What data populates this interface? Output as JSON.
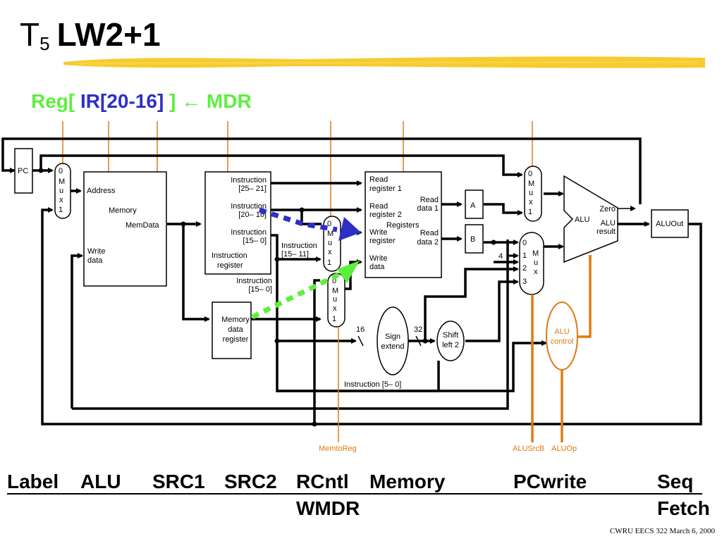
{
  "title": {
    "prefix": "T",
    "subscript": "5",
    "main": "LW2+1"
  },
  "rtl": {
    "part1": "Reg[ ",
    "part2": "IR[20-16]",
    "part3": " ] ← MDR"
  },
  "colors": {
    "highlight": "#f5c518",
    "green": "#5cf03c",
    "blue": "#2e2fc7",
    "control": "#e07a10",
    "wire": "#000000"
  },
  "blocks": {
    "pc": "PC",
    "mux_addr": [
      "0",
      "M",
      "u",
      "x",
      "1"
    ],
    "memory": {
      "address": "Address",
      "name": "Memory",
      "memdata": "MemData",
      "write": "Write",
      "data": "data"
    },
    "ir": {
      "f1a": "Instruction",
      "f1b": "[25– 21]",
      "f2a": "Instruction",
      "f2b": "[20– 16]",
      "f3a": "Instruction",
      "f3b": "[15– 0]",
      "name1": "Instruction",
      "name2": "register"
    },
    "ir_out_label": {
      "a": "Instruction",
      "b": "[15– 0]"
    },
    "ir_1511": {
      "a": "Instruction",
      "b": "[15– 11]"
    },
    "mdr": {
      "l1": "Memory",
      "l2": "data",
      "l3": "register"
    },
    "mux_regdst": [
      "0",
      "M",
      "u",
      "x",
      "1"
    ],
    "mux_memtoreg": [
      "0",
      "M",
      "u",
      "x",
      "1"
    ],
    "registers": {
      "rr1a": "Read",
      "rr1b": "register 1",
      "rr2a": "Read",
      "rr2b": "register 2",
      "wra": "Write",
      "wrb": "register",
      "wda": "Write",
      "wdb": "data",
      "name": "Registers",
      "rd1a": "Read",
      "rd1b": "data 1",
      "rd2a": "Read",
      "rd2b": "data 2"
    },
    "a": "A",
    "b": "B",
    "mux_alusrca": [
      "0",
      "M",
      "u",
      "x",
      "1"
    ],
    "mux_alusrcb": {
      "inputs": [
        "0",
        "1",
        "2",
        "3"
      ],
      "name": [
        "M",
        "u",
        "x"
      ],
      "const": "4"
    },
    "alu": {
      "name": "ALU",
      "zero": "Zero",
      "res1": "ALU",
      "res2": "result"
    },
    "aluout": "ALUOut",
    "sign_extend": {
      "l1": "Sign",
      "l2": "extend",
      "in_bits": "16",
      "out_bits": "32"
    },
    "shift_left": {
      "l1": "Shift",
      "l2": "left 2"
    },
    "alu_control": {
      "l1": "ALU",
      "l2": "control"
    },
    "instr_50": "Instruction [5– 0]"
  },
  "control_signals": {
    "memtoreg": "MemtoReg",
    "alusrcb": "ALUSrcB",
    "aluop": "ALUOp"
  },
  "table_header": [
    "Label",
    "ALU",
    "SRC1",
    "SRC2",
    "RCntl",
    "Memory",
    "PCwrite",
    "Seq"
  ],
  "table_row": {
    "rcntl": "WMDR",
    "seq": "Fetch"
  },
  "footer": "CWRU EECS 322 March 6, 2000"
}
